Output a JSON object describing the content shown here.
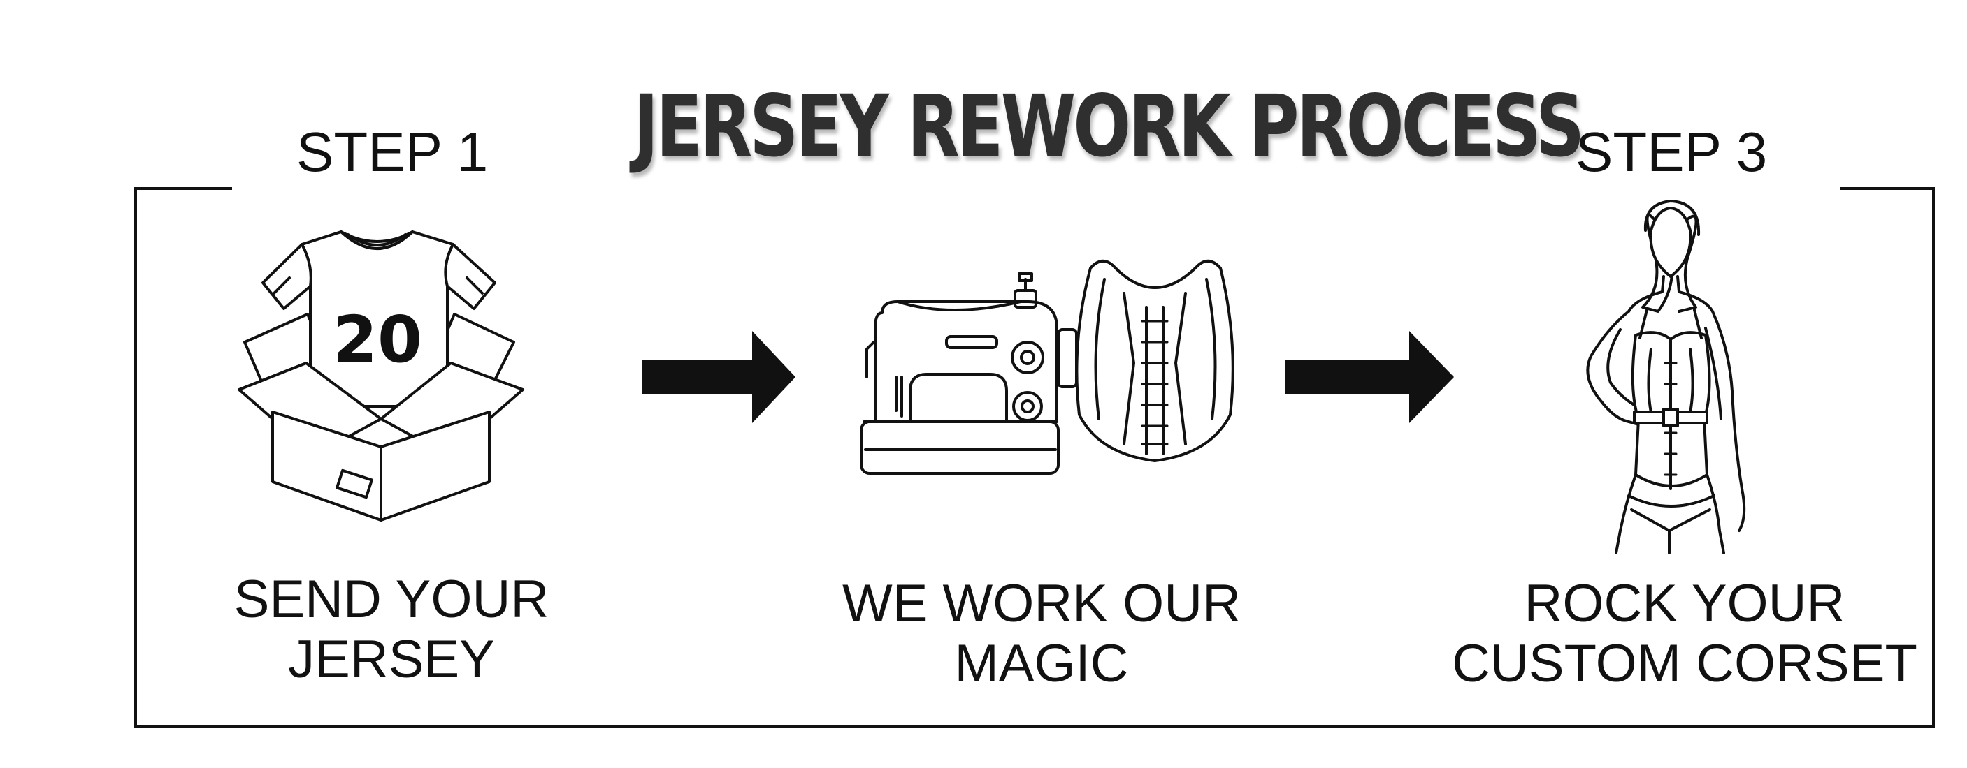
{
  "title": "JERSEY REWORK PROCESS",
  "steps": [
    {
      "label": "STEP 1",
      "caption_line1": "SEND YOUR",
      "caption_line2": "JERSEY",
      "icon": "jersey-in-box-icon"
    },
    {
      "label": "",
      "caption_line1": "WE WORK OUR",
      "caption_line2": "MAGIC",
      "icon": "sewing-machine-corset-icon"
    },
    {
      "label": "STEP 3",
      "caption_line1": "ROCK YOUR",
      "caption_line2": "CUSTOM CORSET",
      "icon": "woman-in-corset-icon"
    }
  ],
  "jersey_number": "20",
  "arrows": [
    "arrow-right-icon",
    "arrow-right-icon"
  ],
  "colors": {
    "ink": "#111111",
    "title": "#2f2f2f",
    "background": "#ffffff"
  }
}
